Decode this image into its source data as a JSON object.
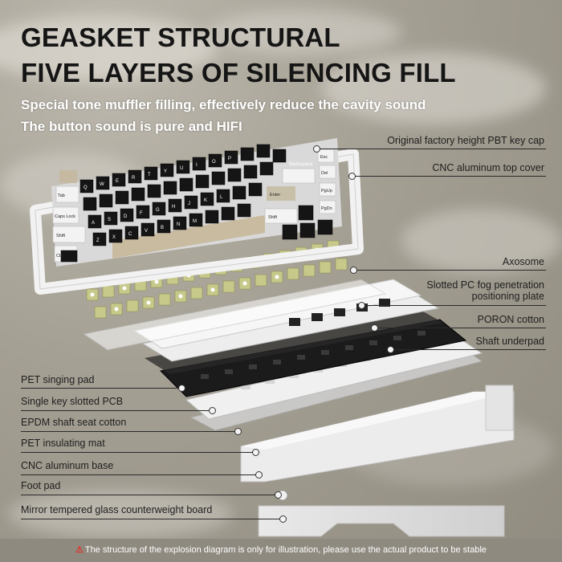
{
  "headline": {
    "line1": "GEASKET STRUCTURAL",
    "line2": "FIVE LAYERS OF SILENCING FILL"
  },
  "subheadline": {
    "line1": "Special tone muffler filling, effectively reduce the cavity sound",
    "line2": "The button sound is pure and HIFI"
  },
  "layers_right": [
    {
      "label": "Original factory height PBT key cap"
    },
    {
      "label": "CNC aluminum top cover"
    },
    {
      "label": "Axosome"
    },
    {
      "label": "Slotted PC fog penetration\npositioning plate"
    },
    {
      "label": "PORON cotton"
    },
    {
      "label": "Shaft underpad"
    }
  ],
  "layers_left": [
    {
      "label": "PET singing pad"
    },
    {
      "label": "Single key slotted PCB"
    },
    {
      "label": "EPDM shaft seat cotton"
    },
    {
      "label": "PET insulating mat"
    },
    {
      "label": "CNC aluminum base"
    },
    {
      "label": "Foot pad"
    },
    {
      "label": "Mirror tempered glass counterweight board"
    }
  ],
  "keycap_legends": {
    "backspace": "Backspace",
    "enter": "Enter",
    "caps_lock": "Caps Lock",
    "shift": "Shift",
    "ctrl": "Ctrl",
    "del": "Del",
    "pgup": "PgUp",
    "pgdn": "PgDn",
    "tab": "Tab",
    "esc": "Esc",
    "qwerty": [
      "Q",
      "W",
      "E",
      "R",
      "T",
      "Y",
      "U",
      "I",
      "O",
      "P"
    ],
    "asdf": [
      "A",
      "S",
      "D",
      "F",
      "G",
      "H",
      "J",
      "K",
      "L"
    ],
    "zxcv": [
      "Z",
      "X",
      "C",
      "V",
      "B",
      "N",
      "M"
    ]
  },
  "disclaimer": {
    "icon": "warning-icon",
    "text": "The structure of the explosion diagram is only for illustration, please use the actual product to be stable"
  },
  "colors": {
    "headline": "#151515",
    "subheadline": "#ffffff",
    "warning_icon": "#e1322b",
    "switch_stem": "#c7c98a",
    "pcb": "#1b1b1b"
  }
}
